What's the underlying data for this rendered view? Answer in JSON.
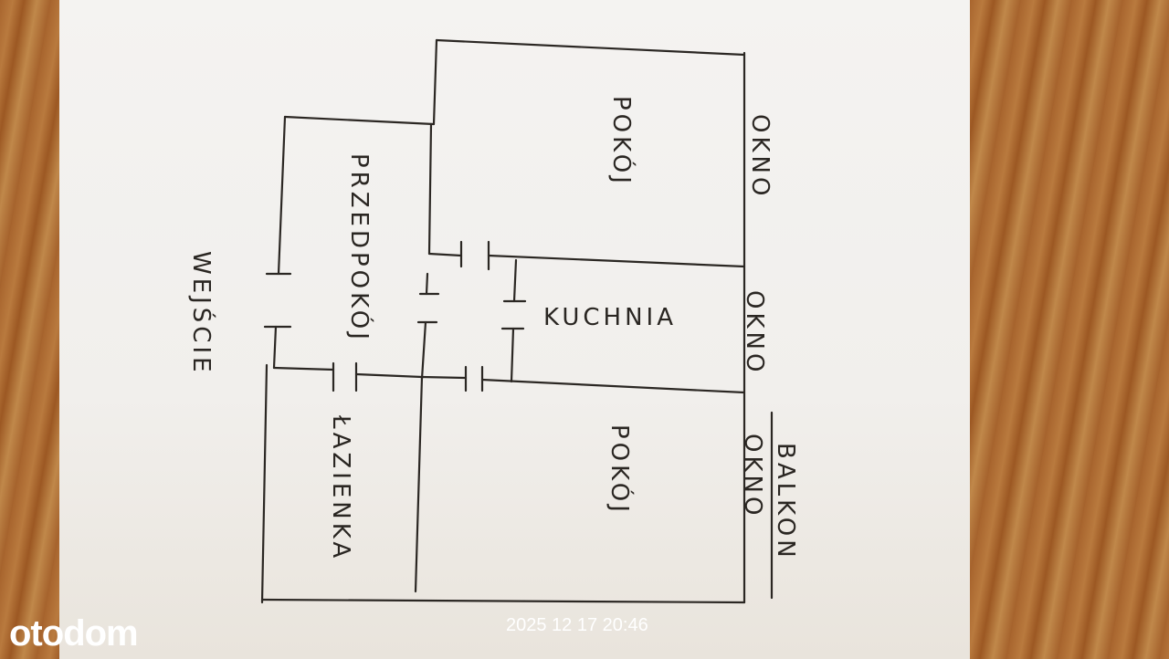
{
  "floor_plan": {
    "rooms": {
      "room_top": "POKÓJ",
      "hallway": "PRZEDPOKÓJ",
      "kitchen": "KUCHNIA",
      "bathroom": "ŁAZIENKA",
      "room_bottom": "POKÓJ"
    },
    "entrance": "WEJŚCIE",
    "windows": [
      "OKNO",
      "OKNO",
      "OKNO"
    ],
    "balcony": "BALKON"
  },
  "watermark": "otodom",
  "timestamp": "2025 12 17 20:46"
}
